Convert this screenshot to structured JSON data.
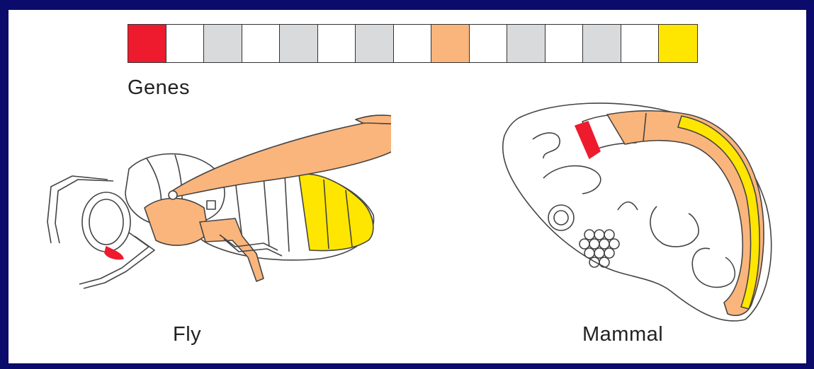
{
  "genes": {
    "label": "Genes",
    "boxes": [
      {
        "color": "#ee1b2e"
      },
      {
        "color": "#ffffff"
      },
      {
        "color": "#d9dadc"
      },
      {
        "color": "#ffffff"
      },
      {
        "color": "#d9dadc"
      },
      {
        "color": "#ffffff"
      },
      {
        "color": "#d9dadc"
      },
      {
        "color": "#ffffff"
      },
      {
        "color": "#fab57c"
      },
      {
        "color": "#ffffff"
      },
      {
        "color": "#d9dadc"
      },
      {
        "color": "#ffffff"
      },
      {
        "color": "#d9dadc"
      },
      {
        "color": "#ffffff"
      },
      {
        "color": "#ffe600"
      }
    ]
  },
  "fly": {
    "label": "Fly"
  },
  "mammal": {
    "label": "Mammal"
  },
  "colors": {
    "background": "#0b0b6b",
    "red": "#ee1b2e",
    "orange": "#fab57c",
    "yellow": "#ffe600",
    "grey": "#d9dadc"
  }
}
